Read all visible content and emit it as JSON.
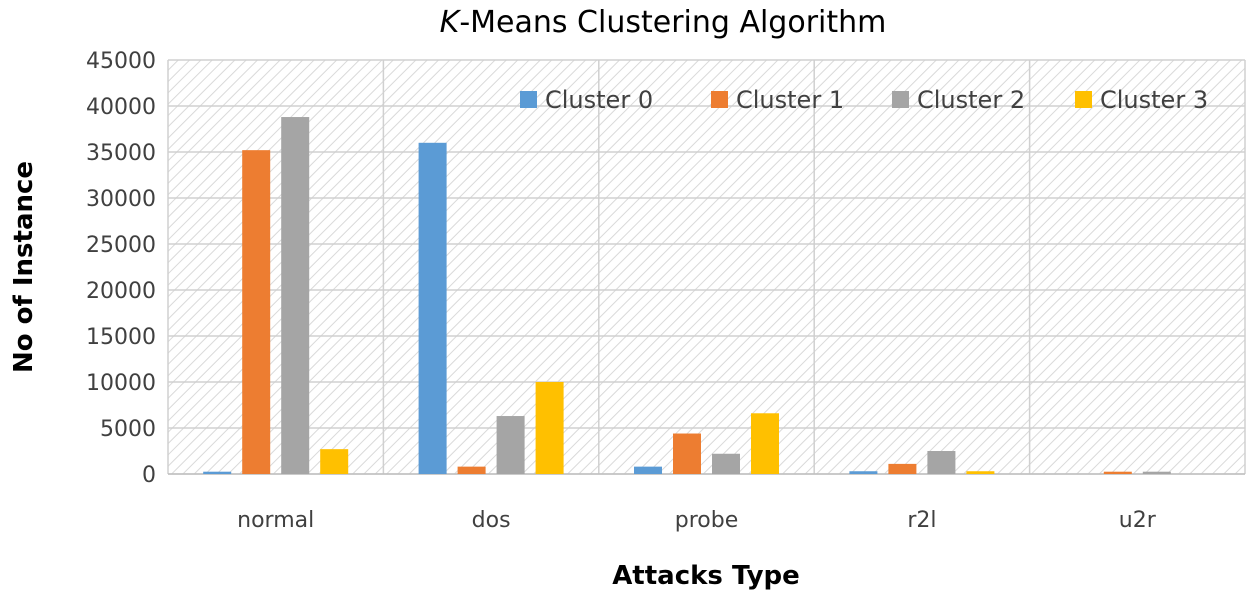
{
  "chart_data": {
    "type": "bar",
    "title_italic": "K",
    "title_rest": "-Means Clustering Algorithm",
    "xlabel": "Attacks Type",
    "ylabel": "No of Instance",
    "categories": [
      "normal",
      "dos",
      "probe",
      "r2l",
      "u2r"
    ],
    "ylim": [
      0,
      45000
    ],
    "yticks": [
      0,
      5000,
      10000,
      15000,
      20000,
      25000,
      30000,
      35000,
      40000,
      45000
    ],
    "grid": true,
    "legend_position": "top-right",
    "series": [
      {
        "name": "Cluster 0",
        "color": "#5B9BD5",
        "values": [
          250,
          36000,
          800,
          300,
          0
        ]
      },
      {
        "name": "Cluster 1",
        "color": "#ED7D31",
        "values": [
          35200,
          800,
          4400,
          1100,
          250
        ]
      },
      {
        "name": "Cluster 2",
        "color": "#A5A5A5",
        "values": [
          38800,
          6300,
          2200,
          2500,
          250
        ]
      },
      {
        "name": "Cluster 3",
        "color": "#FFC000",
        "values": [
          2700,
          10000,
          6600,
          300,
          0
        ]
      }
    ]
  }
}
